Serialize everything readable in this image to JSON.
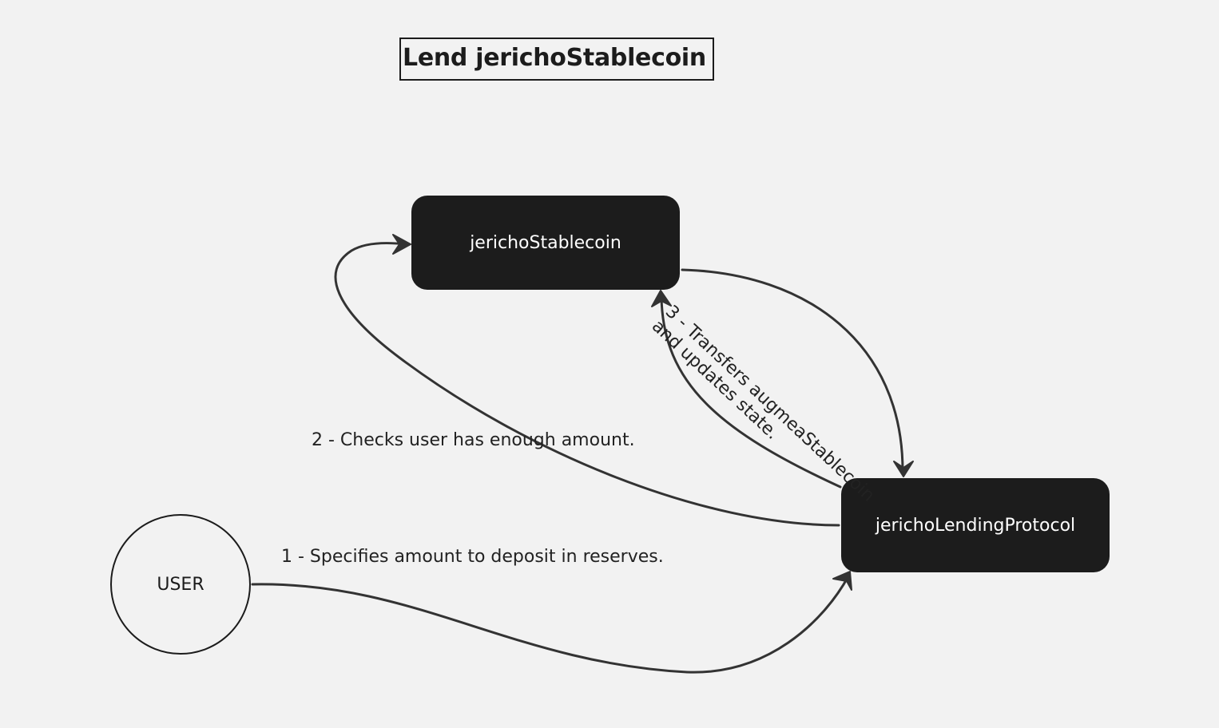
{
  "title": "Lend jerichoStablecoin",
  "nodes": {
    "stablecoin": "jerichoStablecoin",
    "lending_protocol": "jerichoLendingProtocol",
    "user": "USER"
  },
  "edges": {
    "step1": "1 - Specifies amount to deposit in reserves.",
    "step2": "2 - Checks user has enough amount.",
    "step3_line1": "3 - Transfers augmeaStablecoin",
    "step3_line2": "and updates state."
  },
  "colors": {
    "background": "#f2f2f2",
    "node_fill": "#1c1c1c",
    "node_text": "#ffffff",
    "line": "#333333"
  }
}
